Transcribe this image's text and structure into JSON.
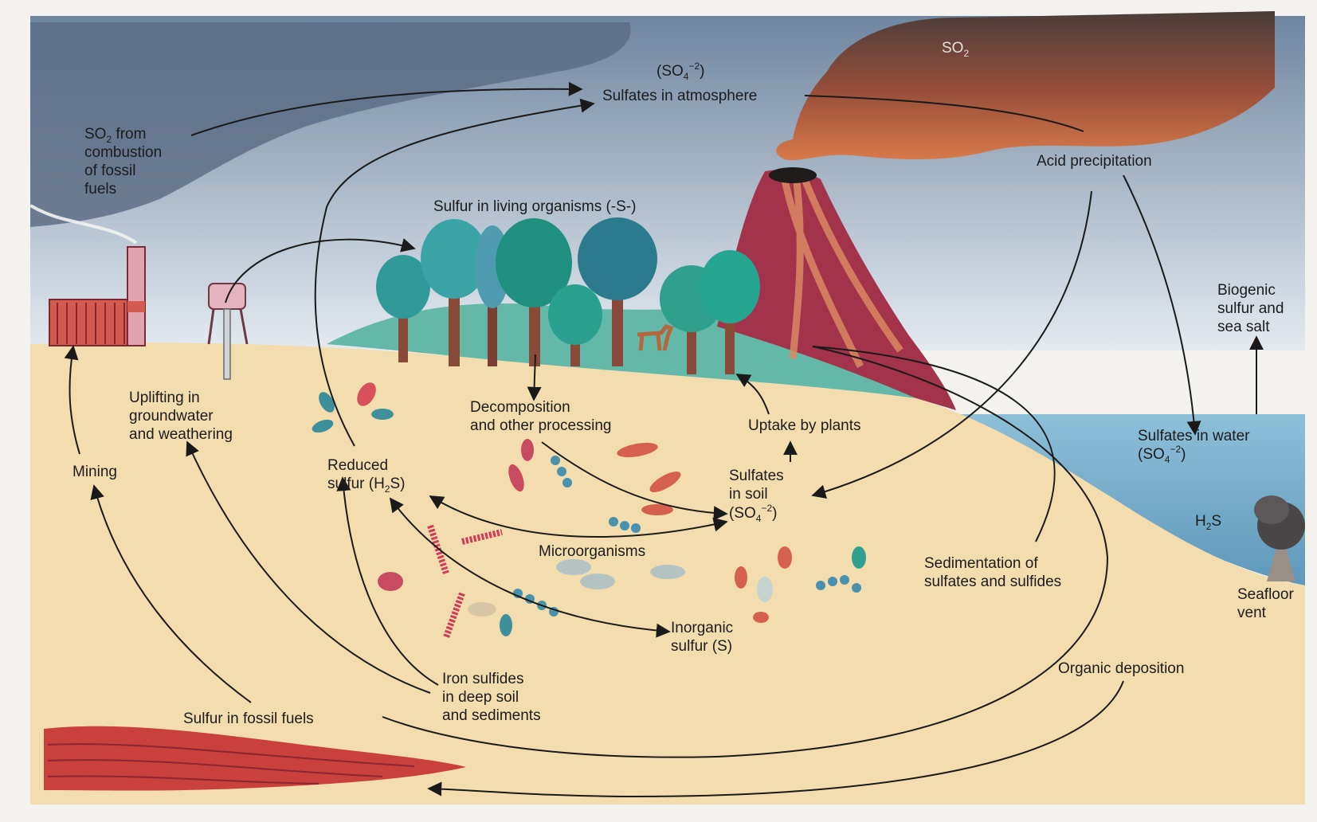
{
  "labels": {
    "so4_atm_formula_a": "(SO",
    "so4_atm_formula_sub": "4",
    "so4_atm_formula_sup": "−2",
    "so4_atm_formula_b": ")",
    "sulfates_atmosphere": "Sulfates in atmosphere",
    "so2_cloud_a": "SO",
    "so2_cloud_sub": "2",
    "so2_from_a": "SO",
    "so2_from_sub": "2",
    "so2_from_b": " from",
    "combustion_line2": "combustion",
    "combustion_line3": "of fossil",
    "combustion_line4": "fuels",
    "acid_precipitation": "Acid precipitation",
    "living_organisms": "Sulfur in living organisms (-S-)",
    "biogenic_1": "Biogenic",
    "biogenic_2": "sulfur and",
    "biogenic_3": "sea salt",
    "uplifting_1": "Uplifting in",
    "uplifting_2": "groundwater",
    "uplifting_3": "and weathering",
    "decomposition_1": "Decomposition",
    "decomposition_2": "and other processing",
    "uptake_plants": "Uptake by plants",
    "sulfates_water_1": "Sulfates in water",
    "sulfates_water_a": "(SO",
    "sulfates_water_sub": "4",
    "sulfates_water_sup": "−2",
    "sulfates_water_b": ")",
    "mining": "Mining",
    "reduced_1": "Reduced",
    "reduced_2a": "sulfur (H",
    "reduced_2sub": "2",
    "reduced_2b": "S)",
    "sulfates_soil_1": "Sulfates",
    "sulfates_soil_2": "in soil",
    "sulfates_soil_a": "(SO",
    "sulfates_soil_sub": "4",
    "sulfates_soil_sup": "−2",
    "sulfates_soil_b": ")",
    "h2s_a": "H",
    "h2s_sub": "2",
    "h2s_b": "S",
    "microorganisms": "Microorganisms",
    "sedimentation_1": "Sedimentation of",
    "sedimentation_2": "sulfates and sulfides",
    "seafloor_1": "Seafloor",
    "seafloor_2": "vent",
    "inorganic_1": "Inorganic",
    "inorganic_2": "sulfur (S)",
    "iron_1": "Iron sulfides",
    "iron_2": "in deep soil",
    "iron_3": "and sediments",
    "organic_deposition": "Organic deposition",
    "fossil_fuels": "Sulfur in fossil fuels"
  },
  "colors": {
    "sky": "#7d93a8",
    "soil": "#f3ddae",
    "water": "#7fb4cf",
    "volcano": "#a3334a",
    "smoke": "#6b4b45",
    "fossil_layer": "#c9403c",
    "tree_canopy": "#2f9a98",
    "trunk": "#8a4a3a"
  }
}
